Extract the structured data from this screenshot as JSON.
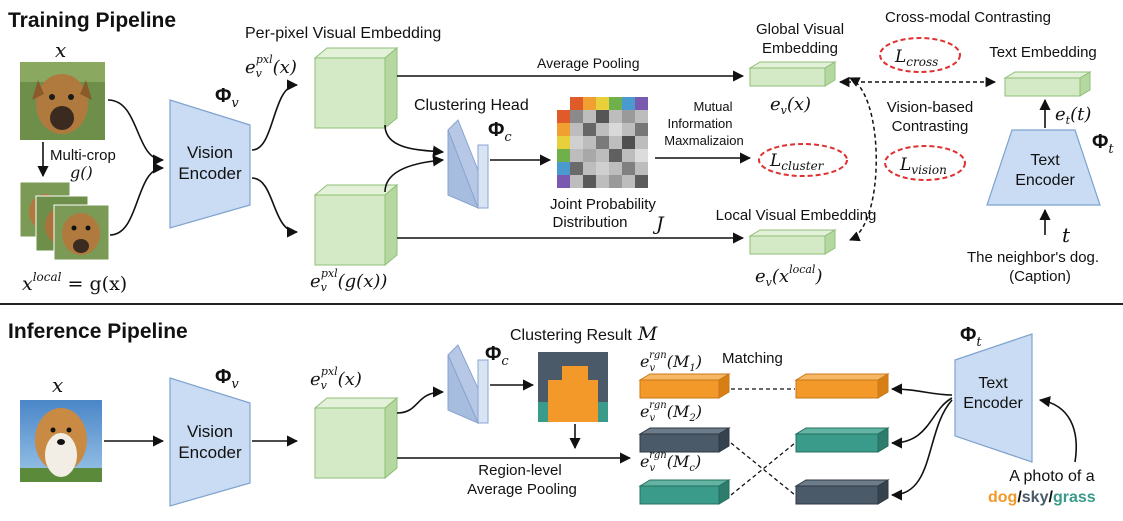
{
  "training": {
    "title": "Training Pipeline",
    "input_var": "x",
    "multicrop_label": "Multi-crop",
    "multicrop_fn": "g()",
    "local_var": "x",
    "local_sup": "local",
    "local_eq": " = g(x)",
    "phi_v": "Φ",
    "phi_v_sub": "v",
    "encoder_l1": "Vision",
    "encoder_l2": "Encoder",
    "perpixel_title": "Per-pixel Visual Embedding",
    "e_pxl_top_main": "e",
    "e_pxl_sub": "v",
    "e_pxl_sup": "pxl",
    "e_pxl_top_arg": "(x)",
    "e_pxl_bot_arg": "(g(x))",
    "avg_pool": "Average Pooling",
    "cluster_head": "Clustering Head",
    "phi_c": "Φ",
    "phi_c_sub": "c",
    "mi_l1": "Mutual",
    "mi_l2": "Information",
    "mi_l3": "Maxmalizaion",
    "jpd_l1": "Joint Probability",
    "jpd_l2": "Distribution",
    "jpd_var": "J",
    "global_l1": "Global Visual",
    "global_l2": "Embedding",
    "ev_global_main": "e",
    "ev_global_sub": "v",
    "ev_global_arg": "(x)",
    "local_title": "Local Visual Embedding",
    "ev_local_main": "e",
    "ev_local_sub": "v",
    "ev_local_arg_a": "(x",
    "ev_local_sup": "local",
    "ev_local_arg_b": ")",
    "cross_modal": "Cross-modal Contrasting",
    "loss_L": "L",
    "loss_cross": "cross",
    "loss_cluster": "cluster",
    "loss_vision": "vision",
    "vision_based_l1": "Vision-based",
    "vision_based_l2": "Contrasting",
    "text_emb": "Text Embedding",
    "et_main": "e",
    "et_sub": "t",
    "et_arg": "(t)",
    "phi_t": "Φ",
    "phi_t_sub": "t",
    "text_enc_l1": "Text",
    "text_enc_l2": "Encoder",
    "t_var": "t",
    "caption_l1": "The neighbor's dog.",
    "caption_l2": "(Caption)"
  },
  "inference": {
    "title": "Inference Pipeline",
    "input_var": "x",
    "phi_v": "Φ",
    "phi_v_sub": "v",
    "encoder_l1": "Vision",
    "encoder_l2": "Encoder",
    "e_pxl_main": "e",
    "e_pxl_sub": "v",
    "e_pxl_sup": "pxl",
    "e_pxl_arg": "(x)",
    "phi_c": "Φ",
    "phi_c_sub": "c",
    "cluster_result": "Clustering Result",
    "cluster_var": "M",
    "region_pool_l1": "Region-level",
    "region_pool_l2": "Average Pooling",
    "matching": "Matching",
    "rgn_main": "e",
    "rgn_sub": "v",
    "rgn_sup": "rgn",
    "rgn_args": [
      "(M",
      "(M",
      "(M"
    ],
    "rgn_idx": [
      "1",
      "2",
      "c"
    ],
    "phi_t": "Φ",
    "phi_t_sub": "t",
    "text_enc_l1": "Text",
    "text_enc_l2": "Encoder",
    "prompt_l1": "A photo of a",
    "prompt_dog": "dog",
    "prompt_slash": "/",
    "prompt_sky": "sky",
    "prompt_grass": "grass"
  },
  "colors": {
    "encoder": "#c9dcf3",
    "green": "#d4eac6",
    "orange": "#f2992a",
    "slate": "#4b5a68",
    "teal": "#3b9b8a",
    "loss": "#e03030",
    "head": "#b6c8e6"
  }
}
